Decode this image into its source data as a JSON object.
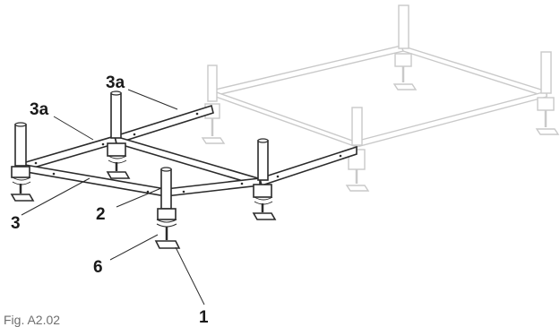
{
  "callouts": {
    "c1": "1",
    "c2": "2",
    "c3": "3",
    "c3a_left": "3a",
    "c3a_top": "3a",
    "c6": "6"
  },
  "caption": "Fig. A2.02",
  "colors": {
    "dark_line": "#2b2b2b",
    "faded_line": "#c9c9c9",
    "caption": "#6e6e6e"
  }
}
